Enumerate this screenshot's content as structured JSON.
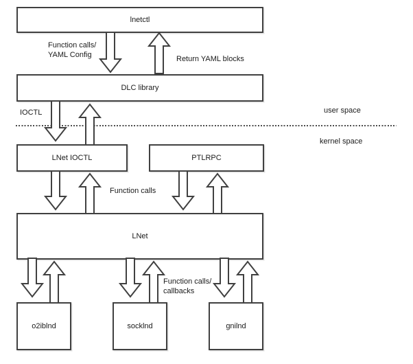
{
  "colors": {
    "background": "#ffffff",
    "box_border": "#404040",
    "text": "#1a1a1a",
    "separator": "#4a4a4a"
  },
  "boxes": {
    "lnetctl": "lnetctl",
    "dlc_library": "DLC library",
    "lnet_ioctl": "LNet IOCTL",
    "ptlrpc": "PTLRPC",
    "lnet": "LNet",
    "o2iblnd": "o2iblnd",
    "socklnd": "socklnd",
    "gnilnd": "gnilnd"
  },
  "labels": {
    "function_calls_yaml_config": "Function calls/\nYAML Config",
    "return_yaml_blocks": "Return YAML blocks",
    "ioctl": "IOCTL",
    "user_space": "user space",
    "kernel_space": "kernel space",
    "function_calls": "Function calls",
    "function_calls_callbacks": "Function calls/\ncallbacks"
  }
}
